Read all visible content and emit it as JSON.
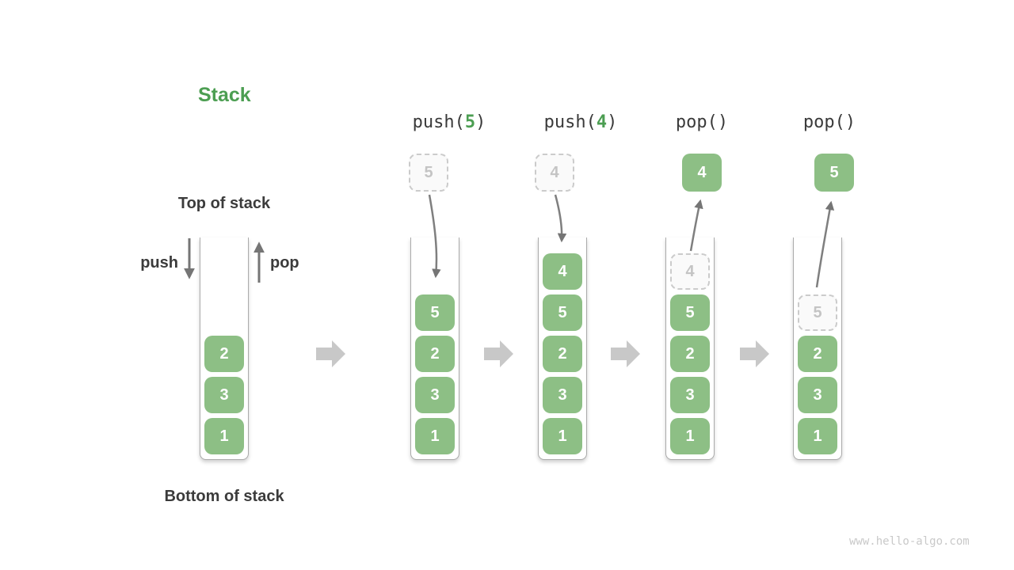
{
  "title": "Stack",
  "labels": {
    "top": "Top of stack",
    "bottom": "Bottom of stack",
    "push": "push",
    "pop": "pop"
  },
  "watermark": "www.hello-algo.com",
  "colors": {
    "box_green": "#8DBF85",
    "accent_green": "#4C9E52",
    "text_dark": "#3B3B3B",
    "arrow_gray": "#757575",
    "block_arrow_gray": "#C8C8C8",
    "ghost_border": "#CBCBCB",
    "ghost_text": "#C4C4C4",
    "watermark_gray": "#C9C9C9"
  },
  "columns": [
    {
      "id": "initial",
      "stack": [
        "2",
        "3",
        "1"
      ]
    },
    {
      "id": "push-5",
      "op": {
        "fn": "push(",
        "arg": "5",
        "close": ")"
      },
      "float": {
        "value": "5",
        "variant": "ghost"
      },
      "stack": [
        "5",
        "2",
        "3",
        "1"
      ]
    },
    {
      "id": "push-4",
      "op": {
        "fn": "push(",
        "arg": "4",
        "close": ")"
      },
      "float": {
        "value": "4",
        "variant": "ghost"
      },
      "stack": [
        "4",
        "5",
        "2",
        "3",
        "1"
      ]
    },
    {
      "id": "pop-first",
      "op": {
        "fn": "pop()",
        "arg": "",
        "close": ""
      },
      "float": {
        "value": "4",
        "variant": "solid"
      },
      "ghost": "4",
      "stack": [
        "5",
        "2",
        "3",
        "1"
      ]
    },
    {
      "id": "pop-second",
      "op": {
        "fn": "pop()",
        "arg": "",
        "close": ""
      },
      "float": {
        "value": "5",
        "variant": "solid"
      },
      "ghost": "5",
      "stack": [
        "2",
        "3",
        "1"
      ]
    }
  ]
}
